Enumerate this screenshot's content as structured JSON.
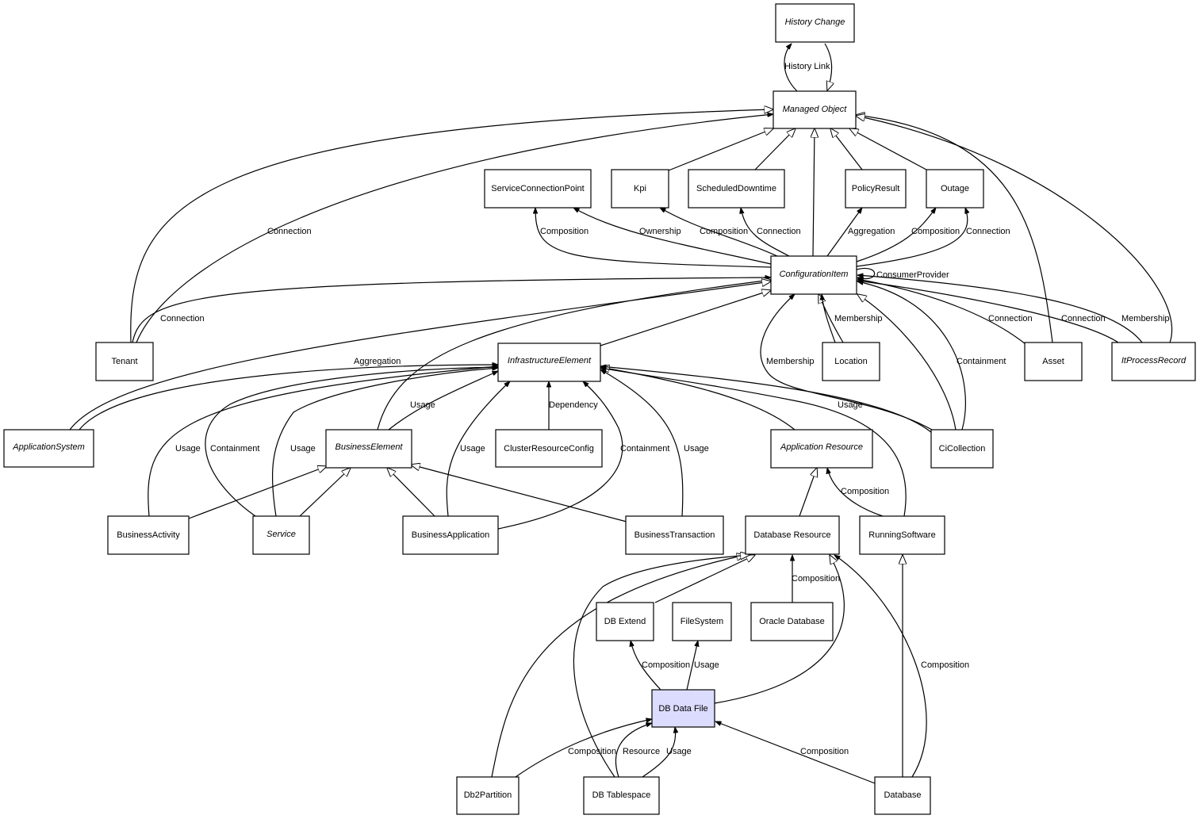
{
  "diagram": {
    "nodes": {
      "history_change": {
        "label": "History Change",
        "abstract": true
      },
      "managed_object": {
        "label": "Managed Object",
        "abstract": true
      },
      "service_connection_point": {
        "label": "ServiceConnectionPoint"
      },
      "kpi": {
        "label": "Kpi"
      },
      "scheduled_downtime": {
        "label": "ScheduledDowntime"
      },
      "policy_result": {
        "label": "PolicyResult"
      },
      "outage": {
        "label": "Outage"
      },
      "configuration_item": {
        "label": "ConfigurationItem",
        "abstract": true
      },
      "tenant": {
        "label": "Tenant"
      },
      "infrastructure_element": {
        "label": "InfrastructureElement",
        "abstract": true
      },
      "location": {
        "label": "Location"
      },
      "asset": {
        "label": "Asset"
      },
      "it_process_record": {
        "label": "ItProcessRecord",
        "abstract": true
      },
      "application_system": {
        "label": "ApplicationSystem",
        "abstract": true
      },
      "business_element": {
        "label": "BusinessElement",
        "abstract": true
      },
      "cluster_resource_config": {
        "label": "ClusterResourceConfig"
      },
      "application_resource": {
        "label": "Application Resource",
        "abstract": true
      },
      "ci_collection": {
        "label": "CiCollection"
      },
      "business_activity": {
        "label": "BusinessActivity"
      },
      "service": {
        "label": "Service",
        "abstract": true
      },
      "business_application": {
        "label": "BusinessApplication"
      },
      "business_transaction": {
        "label": "BusinessTransaction"
      },
      "database_resource": {
        "label": "Database Resource"
      },
      "running_software": {
        "label": "RunningSoftware"
      },
      "db_extend": {
        "label": "DB Extend"
      },
      "file_system": {
        "label": "FileSystem"
      },
      "oracle_database": {
        "label": "Oracle Database"
      },
      "db_data_file": {
        "label": "DB Data File",
        "selected": true
      },
      "db2_partition": {
        "label": "Db2Partition"
      },
      "db_tablespace": {
        "label": "DB Tablespace"
      },
      "database": {
        "label": "Database"
      }
    },
    "edge_labels": {
      "history_link": "History Link",
      "tenant_mo_connection": "Connection",
      "ci_scp_composition": "Composition",
      "ci_kpi_ownership": "Ownership",
      "ci_sd_composition": "Composition",
      "ci_sd_connection": "Connection",
      "ci_pr_aggregation": "Aggregation",
      "ci_outage_composition": "Composition",
      "ci_outage_connection": "Connection",
      "consumer_provider": "ConsumerProvider",
      "tenant_ci_connection": "Connection",
      "location_membership": "Membership",
      "asset_connection": "Connection",
      "itpr_connection": "Connection",
      "itpr_membership": "Membership",
      "cicoll_membership": "Membership",
      "cicoll_containment": "Containment",
      "appsys_aggregation": "Aggregation",
      "be_ie_usage": "Usage",
      "crc_dependency": "Dependency",
      "cicoll_ie_usage": "Usage",
      "ba_ie_usage": "Usage",
      "svc_ie_containment": "Containment",
      "svc_ie_usage": "Usage",
      "bapp_ie_usage": "Usage",
      "bapp_ie_containment": "Containment",
      "bt_ie_usage": "Usage",
      "rs_ar_composition": "Composition",
      "dbr_oracle_composition": "Composition",
      "ddf_extend_composition": "Composition",
      "ddf_fs_usage": "Usage",
      "db_dbr_composition": "Composition",
      "db2_ddf_composition": "Composition",
      "ts_ddf_resource": "Resource",
      "ts_ddf_usage": "Usage",
      "db_ddf_composition": "Composition"
    }
  }
}
